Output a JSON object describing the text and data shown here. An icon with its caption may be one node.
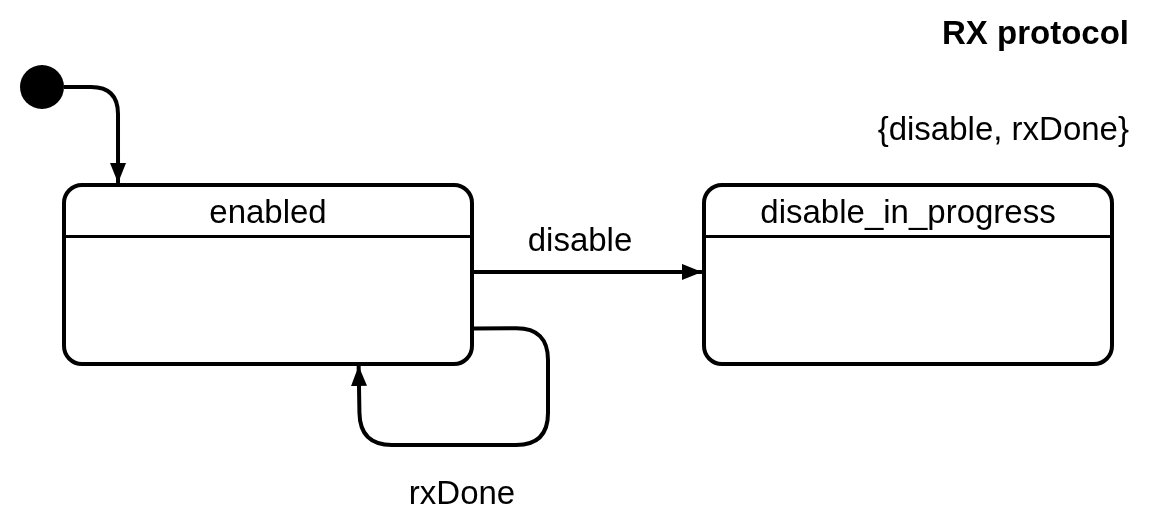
{
  "diagram": {
    "title": "RX protocol",
    "nodes": [
      {
        "text": [],
        "shape": "circle"
      },
      {
        "text": [
          "enabled"
        ]
      },
      {
        "text": [
          "disable_in_progress"
        ]
      }
    ],
    "edges": [
      {
        "from": 0,
        "to": 1,
        "arrow": "to"
      },
      {
        "from": 1,
        "to": 2,
        "arrow": "to",
        "label": "disable"
      },
      {
        "from": 1,
        "to": 1,
        "arrow": "to",
        "label": "rxDone"
      }
    ],
    "labels": [
      "{disable, rxDone}"
    ]
  }
}
